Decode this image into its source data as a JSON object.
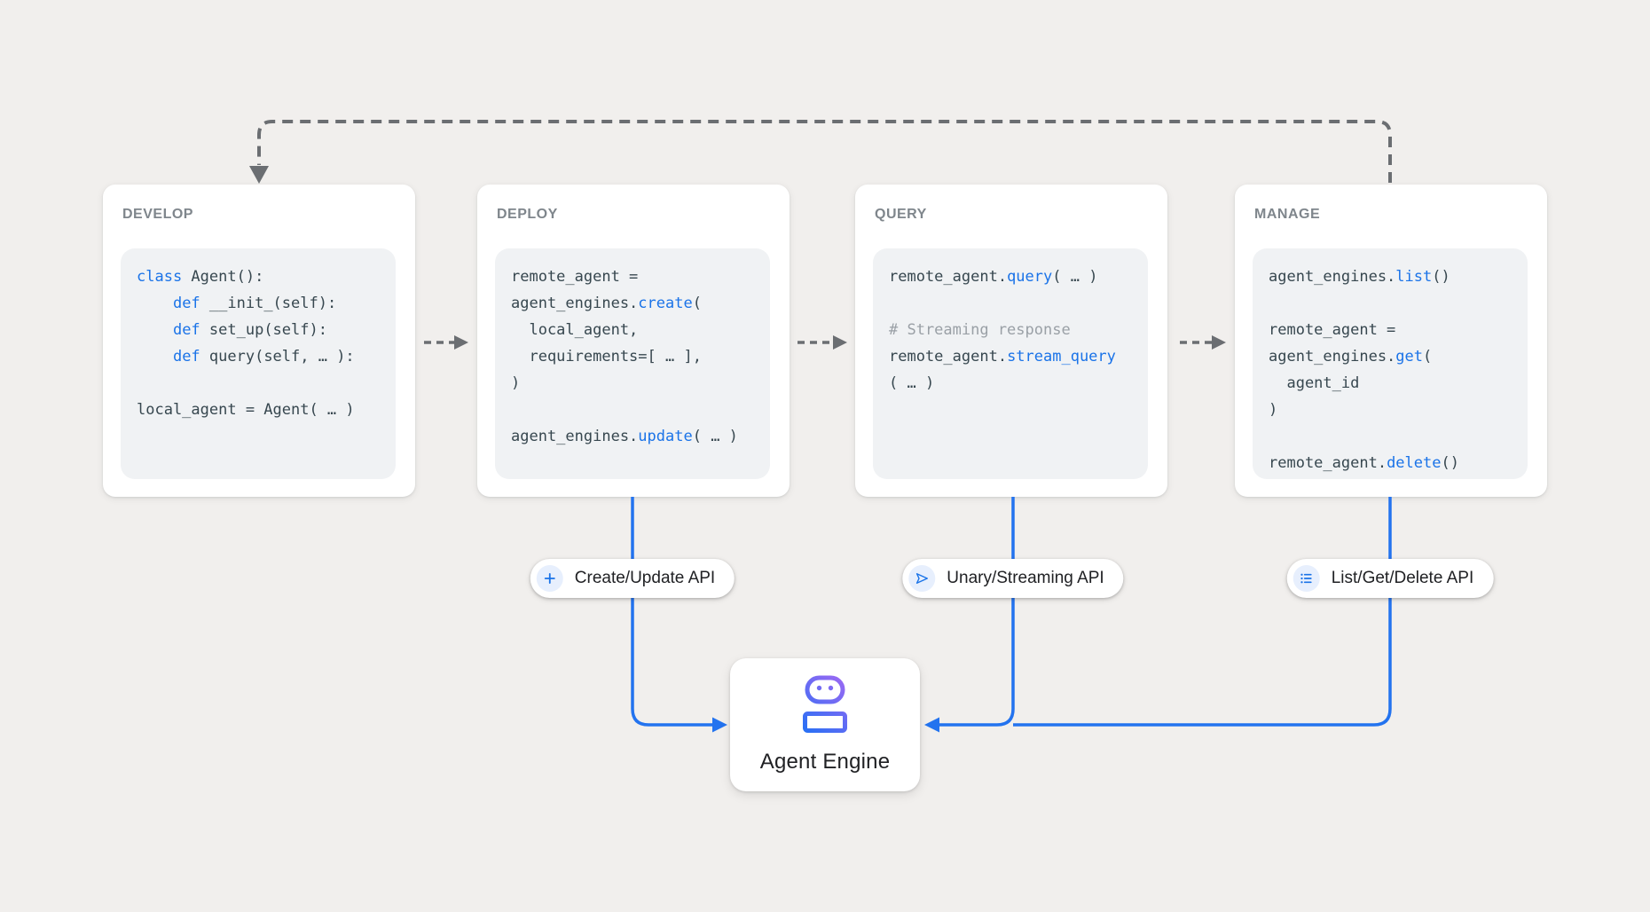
{
  "colors": {
    "background": "#f1efed",
    "card_background": "#ffffff",
    "code_background": "#f0f2f4",
    "code_text": "#37474f",
    "code_keyword_blue": "#1a73e8",
    "code_comment_gray": "#9aa0a6",
    "card_title_gray": "#7f868c",
    "dashed_arrow_gray": "#6b6e72",
    "connector_blue": "#2373ef",
    "badge_icon_circle": "#e7effd",
    "label_dark": "#202124",
    "robot_gradient_blue": "#2070f4",
    "robot_gradient_purple": "#a668f3"
  },
  "cards": [
    {
      "id": "develop",
      "title": "DEVELOP",
      "code": [
        [
          [
            "class",
            "k"
          ],
          [
            " Agent():",
            "d"
          ]
        ],
        [
          [
            "    ",
            "d"
          ],
          [
            "def",
            "k"
          ],
          [
            " __init_(self):",
            "d"
          ]
        ],
        [
          [
            "    ",
            "d"
          ],
          [
            "def",
            "k"
          ],
          [
            " set_up(self):",
            "d"
          ]
        ],
        [
          [
            "    ",
            "d"
          ],
          [
            "def",
            "k"
          ],
          [
            " query(self, … ):",
            "d"
          ]
        ],
        [],
        [
          [
            "local_agent = Agent( … )",
            "d"
          ]
        ]
      ]
    },
    {
      "id": "deploy",
      "title": "DEPLOY",
      "code": [
        [
          [
            "remote_agent =",
            "d"
          ]
        ],
        [
          [
            "agent_engines.",
            "d"
          ],
          [
            "create",
            "k"
          ],
          [
            "(",
            "d"
          ]
        ],
        [
          [
            "  local_agent,",
            "d"
          ]
        ],
        [
          [
            "  requirements=[ … ],",
            "d"
          ]
        ],
        [
          [
            ")",
            "d"
          ]
        ],
        [],
        [
          [
            "agent_engines.",
            "d"
          ],
          [
            "update",
            "k"
          ],
          [
            "( … )",
            "d"
          ]
        ]
      ]
    },
    {
      "id": "query",
      "title": "QUERY",
      "code": [
        [
          [
            "remote_agent.",
            "d"
          ],
          [
            "query",
            "k"
          ],
          [
            "( … )",
            "d"
          ]
        ],
        [],
        [
          [
            "# Streaming response",
            "c"
          ]
        ],
        [
          [
            "remote_agent.",
            "d"
          ],
          [
            "stream_query",
            "k"
          ]
        ],
        [
          [
            "( … )",
            "d"
          ]
        ]
      ]
    },
    {
      "id": "manage",
      "title": "MANAGE",
      "code": [
        [
          [
            "agent_engines.",
            "d"
          ],
          [
            "list",
            "k"
          ],
          [
            "()",
            "d"
          ]
        ],
        [],
        [
          [
            "remote_agent =",
            "d"
          ]
        ],
        [
          [
            "agent_engines.",
            "d"
          ],
          [
            "get",
            "k"
          ],
          [
            "(",
            "d"
          ]
        ],
        [
          [
            "  agent_id",
            "d"
          ]
        ],
        [
          [
            ")",
            "d"
          ]
        ],
        [],
        [
          [
            "remote_agent.",
            "d"
          ],
          [
            "delete",
            "k"
          ],
          [
            "()",
            "d"
          ]
        ]
      ]
    }
  ],
  "badges": [
    {
      "id": "create-update",
      "icon": "plus-icon",
      "label": "Create/Update API"
    },
    {
      "id": "unary-streaming",
      "icon": "send-icon",
      "label": "Unary/Streaming API"
    },
    {
      "id": "list-get-delete",
      "icon": "list-icon",
      "label": "List/Get/Delete API"
    }
  ],
  "engine": {
    "icon": "robot-icon",
    "label": "Agent Engine"
  }
}
